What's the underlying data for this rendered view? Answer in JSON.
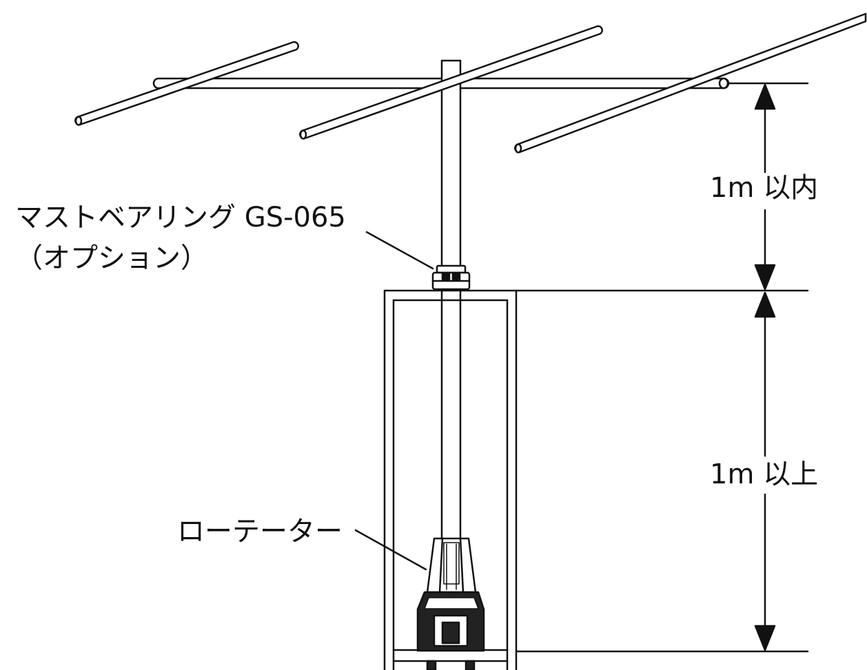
{
  "labels": {
    "mast_bearing_line1": "マストベアリング GS-065",
    "mast_bearing_line2": "（オプション）",
    "rotator": "ローテーター",
    "dimension_top": "1m 以内",
    "dimension_bottom": "1m 以上"
  },
  "colors": {
    "line": "#111111",
    "fill": "#ffffff",
    "dark_fill": "#222222"
  }
}
